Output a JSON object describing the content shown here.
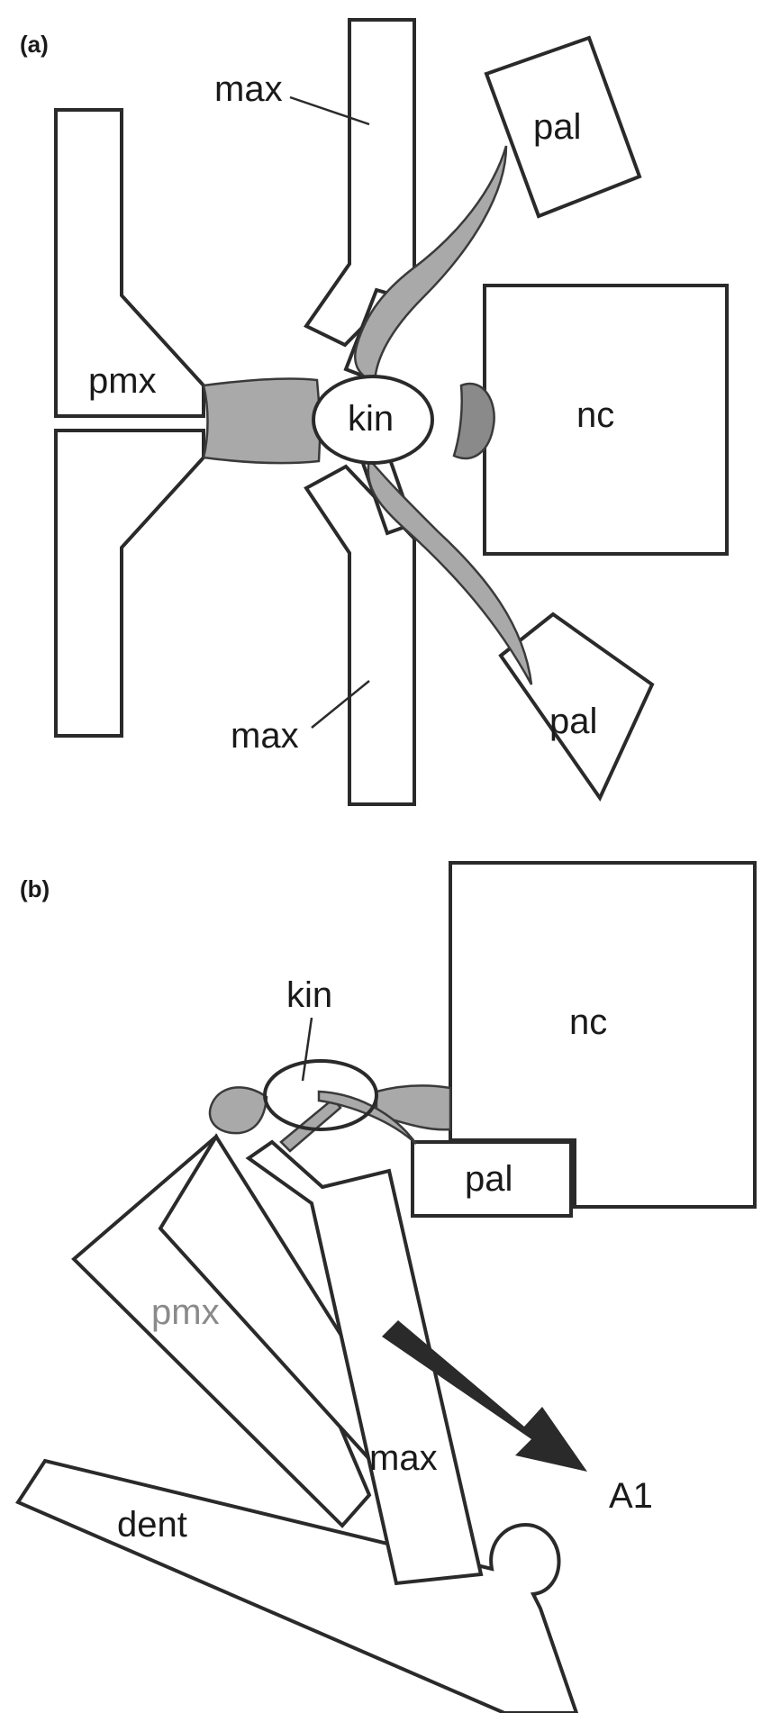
{
  "panel_a": {
    "panel_label": "(a)",
    "labels": {
      "max_top": "max",
      "pal_top": "pal",
      "pmx": "pmx",
      "kin": "kin",
      "nc": "nc",
      "max_bottom": "max",
      "pal_bottom": "pal"
    }
  },
  "panel_b": {
    "panel_label": "(b)",
    "labels": {
      "kin": "kin",
      "nc": "nc",
      "pal": "pal",
      "pmx": "pmx",
      "max": "max",
      "dent": "dent",
      "arrow": "A1"
    }
  }
}
